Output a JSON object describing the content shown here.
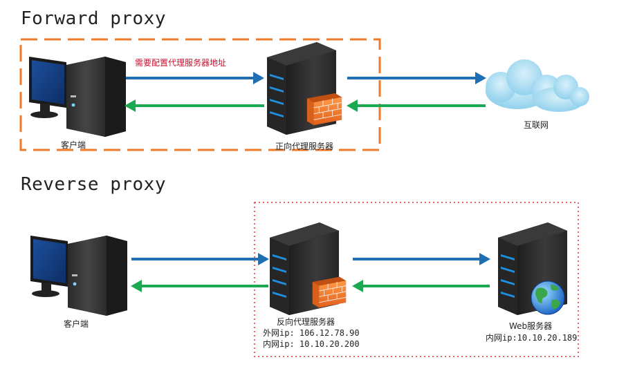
{
  "forward": {
    "title": "Forward proxy",
    "note": "需要配置代理服务器地址",
    "client_label": "客户端",
    "proxy_label": "正向代理服务器",
    "internet_label": "互联网"
  },
  "reverse": {
    "title": "Reverse proxy",
    "client_label": "客户端",
    "proxy_label": "反向代理服务器",
    "proxy_external_ip": "外网ip: 106.12.78.90",
    "proxy_internal_ip": "内网ip: 10.10.20.200",
    "web_label": "Web服务器",
    "web_internal_ip": "内网ip:10.10.20.189"
  },
  "colors": {
    "request_arrow": "#1f6fb5",
    "response_arrow": "#1aa850",
    "forward_box": "#f07a2a",
    "reverse_box": "#e23030",
    "note": "#c8102e"
  }
}
